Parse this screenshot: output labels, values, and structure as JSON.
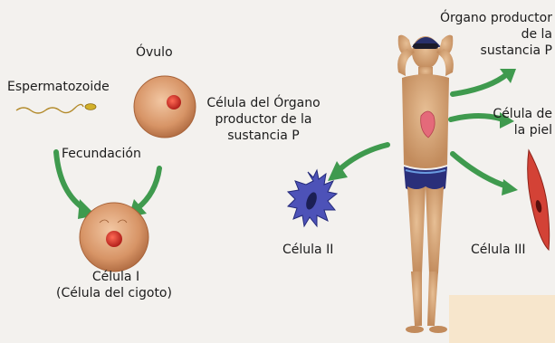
{
  "labels": {
    "ovulo": "Óvulo",
    "espermatozoide": "Espermatozoide",
    "fecundacion": "Fecundación",
    "celula_i": "Célula I",
    "celula_cigoto": "(Célula del cigoto)",
    "celula_organo_line1": "Célula del Órgano",
    "celula_organo_line2": "productor de la",
    "celula_organo_line3": "sustancia P",
    "organo_productor_line1": "Órgano productor",
    "organo_productor_line2": "de la",
    "organo_productor_line3": "sustancia P",
    "celula_piel_line1": "Célula de",
    "celula_piel_line2": "la piel",
    "celula_ii": "Célula II",
    "celula_iii": "Célula III"
  },
  "colors": {
    "arrow_green": "#3f9a4e",
    "egg_outer": "#c98a5e",
    "nucleus": "#d6302a",
    "cell_ii_blue": "#3a3fa0",
    "cell_iii_red": "#d34236",
    "organ_pink": "#e46a7a"
  }
}
